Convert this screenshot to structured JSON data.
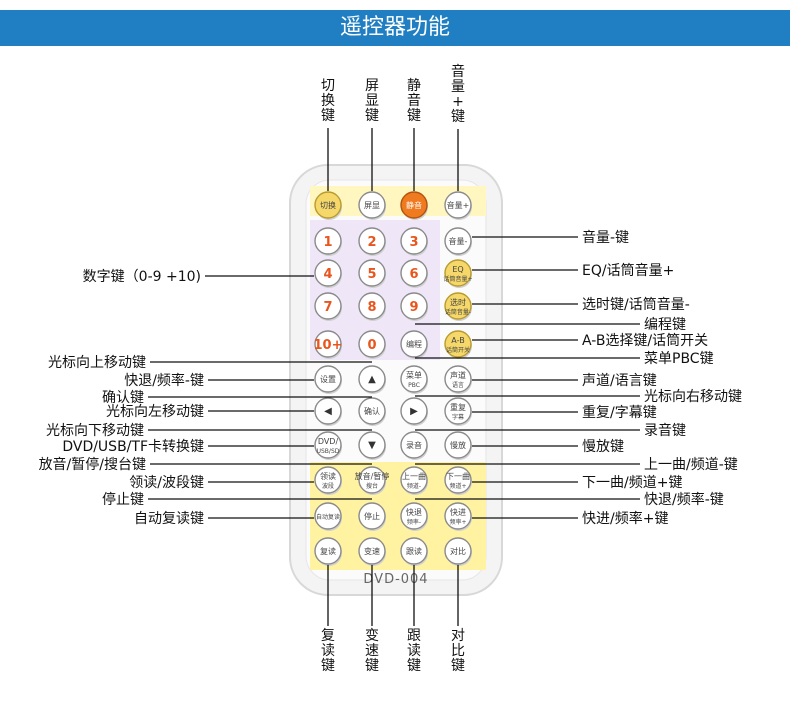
{
  "title": "遥控器功能",
  "model": "DVD-004",
  "colors": {
    "banner": "#1f7fc2",
    "yellow_zone": "#fff2a0",
    "purple_zone": "#efe6f8",
    "mute": "#f07a1f",
    "number_text": "#e8551d"
  },
  "top_labels": [
    "切换键",
    "屏显键",
    "静音键",
    "音量+键"
  ],
  "bottom_labels": [
    "复读键",
    "变速键",
    "跟读键",
    "对比键"
  ],
  "left_labels": [
    "数字键（0-9 +10)",
    "光标向上移动键",
    "快退/频率-键",
    "确认键",
    "光标向左移动键",
    "光标向下移动键",
    "DVD/USB/TF卡转换键",
    "放音/暂停/搜台键",
    "领读/波段键",
    "停止键",
    "自动复读键"
  ],
  "right_labels": [
    "音量-键",
    "EQ/话筒音量+",
    "选时键/话筒音量-",
    "编程键",
    "A-B选择键/话筒开关",
    "菜单PBC键",
    "声道/语言键",
    "光标向右移动键",
    "重复/字幕键",
    "录音键",
    "慢放键",
    "上一曲/频道-键",
    "下一曲/频道+键",
    "快退/频率-键",
    "快进/频率+键"
  ],
  "buttons": {
    "switch": "切换",
    "osd": "屏显",
    "mute": "静音",
    "vol_up": "音量+",
    "vol_down": "音量-",
    "eq": "EQ",
    "eq_sub": "话筒音量+",
    "select_time": "选时",
    "select_time_sub": "话筒音量-",
    "program": "编程",
    "ab": "A-B",
    "ab_sub": "话筒开关",
    "setup": "设置",
    "up": "▲",
    "menu": "菜单",
    "menu_sub": "PBC",
    "audio": "声道",
    "audio_sub": "语言",
    "left": "◀",
    "ok": "确认",
    "right": "▶",
    "repeat": "重复",
    "repeat_sub": "字幕",
    "source": "DVD/",
    "source_sub": "USB/SD",
    "down": "▼",
    "record": "录音",
    "slow": "慢放",
    "lead": "领读",
    "lead_sub": "波段",
    "play": "放音/暂停",
    "play_sub": "搜台",
    "prev": "上一曲",
    "prev_sub": "频道-",
    "next": "下一曲",
    "next_sub": "频道+",
    "auto_repeat": "自动复读",
    "stop": "停止",
    "rew": "快退",
    "rew_sub": "频率-",
    "ff": "快进",
    "ff_sub": "频率+",
    "reread": "复读",
    "speed": "变速",
    "follow": "跟读",
    "compare": "对比",
    "n1": "1",
    "n2": "2",
    "n3": "3",
    "n4": "4",
    "n5": "5",
    "n6": "6",
    "n7": "7",
    "n8": "8",
    "n9": "9",
    "n10": "10+",
    "n0": "0"
  }
}
